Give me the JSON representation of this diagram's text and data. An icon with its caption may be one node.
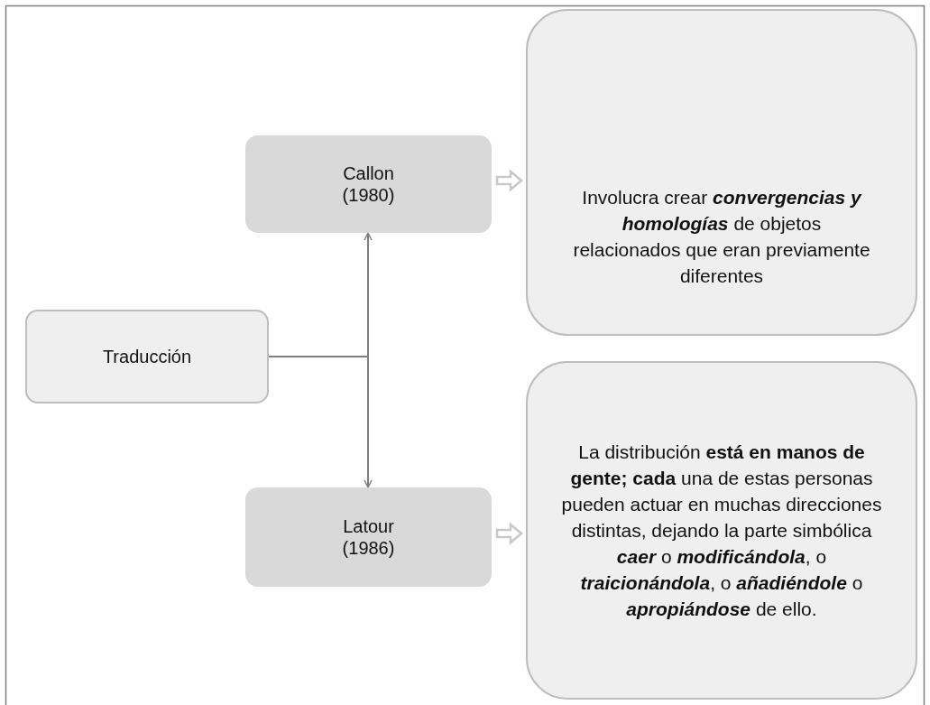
{
  "diagram": {
    "nodes": [
      {
        "text": [
          "Traducción"
        ]
      },
      {
        "text": [
          "Callon (1980)"
        ]
      },
      {
        "text": [
          "Involucra crear *convergencias y homologías* de objetos relacionados que eran previamente diferentes"
        ]
      },
      {
        "text": [
          "Latour (1986)"
        ]
      },
      {
        "text": [
          "La distribución **está en manos de gente; cada** una de estas personas pueden actuar en muchas direcciones distintas, dejando la parte simbólica *caer* o *modificándola*, o *traicionándola*, o *añadiéndole* o *apropiándose* de ello."
        ]
      }
    ],
    "edges": [
      {
        "from": 0,
        "to": 1,
        "arrow": "to"
      },
      {
        "from": 0,
        "to": 3,
        "arrow": "to"
      },
      {
        "from": 1,
        "to": 2,
        "arrow": "to",
        "style": "thick"
      },
      {
        "from": 3,
        "to": 4,
        "arrow": "to",
        "style": "thick"
      }
    ]
  }
}
